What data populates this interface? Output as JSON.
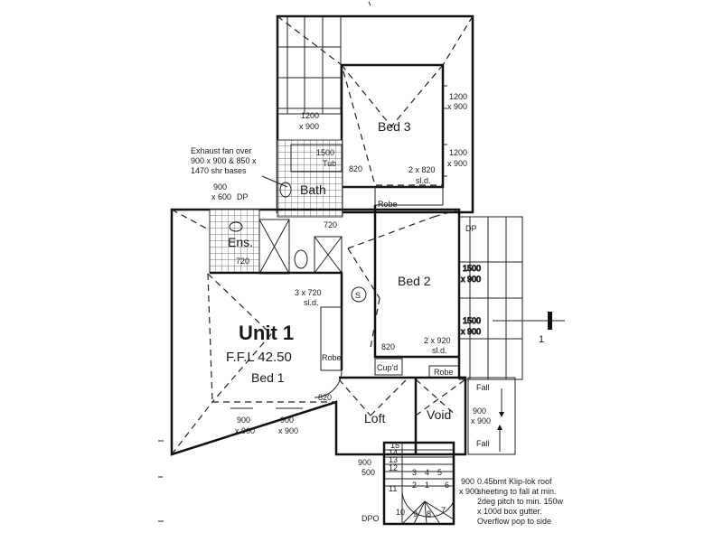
{
  "rooms": {
    "unit_title": "Unit 1",
    "ffl": "F.F.L  42.50",
    "bed1": "Bed 1",
    "bed2": "Bed 2",
    "bed3": "Bed 3",
    "bath": "Bath",
    "ens": "Ens.",
    "loft": "Loft",
    "void": "Void",
    "tub": "Tub",
    "robe_bed1": "Robe",
    "robe_bed2": "Robe",
    "robe_bed3": "Robe",
    "cupd": "Cup'd"
  },
  "notes": {
    "exhaust_1": "Exhaust fan over",
    "exhaust_2": "900 x 900 & 850 x",
    "exhaust_3": "1470 shr bases",
    "roof_1": "0.45bmt Klip-lok roof",
    "roof_2": "sheeting to fall at min.",
    "roof_3": "2deg pitch to min. 150w",
    "roof_4": "x 100d box gutter.",
    "roof_5": "Overflow pop to side",
    "fall_1": "Fall",
    "fall_2": "Fall",
    "dp_1": "DP",
    "dp_2": "DP",
    "dpo": "DPO",
    "section_marker": "1",
    "smoke": "S"
  },
  "dimensions": {
    "bath_win_a": "1200",
    "bath_win_b": "x 900",
    "tub_len": "1500",
    "bed3_win1_a": "1200",
    "bed3_win1_b": "x 900",
    "bed3_win2_a": "1200",
    "bed3_win2_b": "x 900",
    "bed3_door": "820",
    "bed3_sld_a": "2 x 820",
    "bed3_sld_b": "sl.d.",
    "ens_win_a": "900",
    "ens_win_b": "x 600",
    "bath_door": "720",
    "ens_door": "720",
    "bed1_sld_a": "3 x 720",
    "bed1_sld_b": "sl.d.",
    "bed2_win1_a": "1500",
    "bed2_win1_b": "x 900",
    "bed2_win2_a": "1500",
    "bed2_win2_b": "x 900",
    "bed2_sld_a": "2 x 920",
    "bed2_sld_b": "sl.d.",
    "bed2_door": "820",
    "bed1_door": "820",
    "bed1_win1_a": "900",
    "bed1_win1_b": "x 900",
    "bed1_win2_a": "900",
    "bed1_win2_b": "x 900",
    "void_win_a": "900",
    "void_win_b": "x 900",
    "stair_win_a": "900",
    "stair_win_b": "500",
    "stair_win2_a": "900",
    "stair_win2_b": "x 900"
  },
  "stairs": [
    "1",
    "2",
    "3",
    "4",
    "5",
    "6",
    "7",
    "8",
    "9",
    "10",
    "11",
    "12",
    "13",
    "14",
    "15"
  ]
}
